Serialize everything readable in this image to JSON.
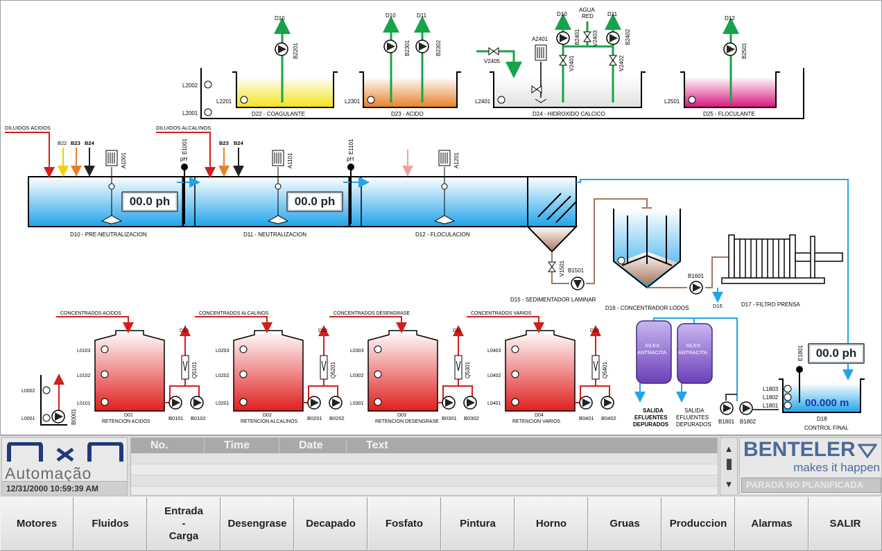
{
  "process": {
    "top_tanks": [
      {
        "label": "D22 - COAGULANTE",
        "pump": "B2201",
        "dest": "D10",
        "level": "L2201"
      },
      {
        "label": "D23 - ACIDO",
        "pump1": "B2301",
        "pump2": "B2302",
        "dest1": "D10",
        "dest2": "D11",
        "level": "L2301"
      },
      {
        "label": "D24 - HIDROXIDO CALCICO",
        "agitator": "A2401",
        "valve_in": "V2405",
        "pump1": "B2401",
        "pump2": "B2402",
        "valve1": "V2401",
        "valve2": "V2402",
        "valve3": "V2403",
        "dest1": "D10",
        "dest2": "D11",
        "water": "AGUA",
        "water2": "RED",
        "level": "L2401"
      },
      {
        "label": "D25 - FLOCULANTE",
        "pump": "B2501",
        "dest": "D12",
        "level": "L2501"
      }
    ],
    "top_levels": [
      "L2002",
      "L2001"
    ],
    "inlet_acid": "DILUIDOS ACIDOS",
    "inlet_alk": "DILUIDOS ALCALINOS",
    "dosing1": [
      "B22",
      "B23",
      "B24"
    ],
    "dosing2": [
      "B23",
      "B24"
    ],
    "main_tanks": [
      {
        "label": "D10 - PRE-NEUTRALIZACION",
        "agitator": "A1001",
        "ph": "00.0 ph"
      },
      {
        "label": "D11 - NEUTRALIZACION",
        "agitator": "A1101",
        "ph": "00.0 ph"
      },
      {
        "label": "D12 - FLOCULACION",
        "agitator": "A1201"
      }
    ],
    "ph_probes": [
      {
        "tag": "E1001",
        "unit": "pH"
      },
      {
        "tag": "E1101",
        "unit": "pH"
      }
    ],
    "sedimentador": {
      "label": "D15 - SEDIMENTADOR LAMINAR",
      "valve": "V1501",
      "pump": "B1501"
    },
    "concentrador": {
      "label": "D16 - CONCENTRADOR LODOS",
      "pump": "B1601",
      "dest": "D15"
    },
    "filtro": {
      "label": "D17 - FILTRO PRENSA"
    },
    "filters": [
      {
        "line1": "SILEX",
        "line2": "ANTRACITA",
        "out1": "SALIDA",
        "out2": "EFLUENTES",
        "out3": "DEPURADOS"
      },
      {
        "line1": "SILEX",
        "line2": "ANTRACITA",
        "out1": "SALIDA",
        "out2": "EFLUENTES",
        "out3": "DEPURADOS"
      }
    ],
    "final_tank": {
      "label1": "D18",
      "label2": "CONTROL FINAL",
      "ph": "00.0 ph",
      "level": "00.000 m",
      "probe": "E1801",
      "levels": [
        "L1803",
        "L1802",
        "L1801"
      ],
      "pumps": [
        "B1801",
        "B1802"
      ]
    },
    "sump": {
      "levels": [
        "L0002",
        "L0001"
      ],
      "pump": "B0001"
    },
    "retention": [
      {
        "inlet": "CONCENTRADOS ACIDOS",
        "name": "D01",
        "desc": "RETENCION ACIDOS",
        "levels": [
          "L0103",
          "L0102",
          "L0101"
        ],
        "dest": "D10",
        "q": "Q5101",
        "pumps": [
          "B0101",
          "B0102"
        ]
      },
      {
        "inlet": "CONCENTRADOS ALCALINOS",
        "name": "D02",
        "desc": "RETENCION ALCALINOS",
        "levels": [
          "L0203",
          "L0202",
          "L0201"
        ],
        "dest": "D10",
        "q": "Q5201",
        "pumps": [
          "B0201",
          "B0202"
        ]
      },
      {
        "inlet": "CONCENTRADOS DESENGRASE",
        "name": "D03",
        "desc": "RETENCION DESENGRASE",
        "levels": [
          "L0303",
          "L0302",
          "L0301"
        ],
        "dest": "D11",
        "q": "Q5301",
        "pumps": [
          "B0301",
          "B0302"
        ]
      },
      {
        "inlet": "CONCENTRADOS VARIOS",
        "name": "D04",
        "desc": "RETENCION VARIOS",
        "levels": [
          "L0403",
          "L0402",
          "L0401"
        ],
        "dest": "D10",
        "q": "Q5401",
        "pumps": [
          "B0401",
          "B0402"
        ]
      }
    ]
  },
  "footer": {
    "brand": "Automação",
    "datetime": "12/31/2000 10:59:39 AM",
    "alarm_cols": [
      "No.",
      "Time",
      "Date",
      "Text"
    ],
    "benteler": "BENTELER",
    "slogan": "makes it happen",
    "status": "PARADA NO PLANIFICADA"
  },
  "nav": [
    "Motores",
    "Fluidos",
    "Entrada\n-\nCarga",
    "Desengrase",
    "Decapado",
    "Fosfato",
    "Pintura",
    "Horno",
    "Gruas",
    "Produccion",
    "Alarmas",
    "SALIR"
  ],
  "colors": {
    "water": "#22a4e8",
    "product_green": "#17a34a",
    "acid_red": "#d21e1e",
    "sludge": "#a9755a"
  }
}
